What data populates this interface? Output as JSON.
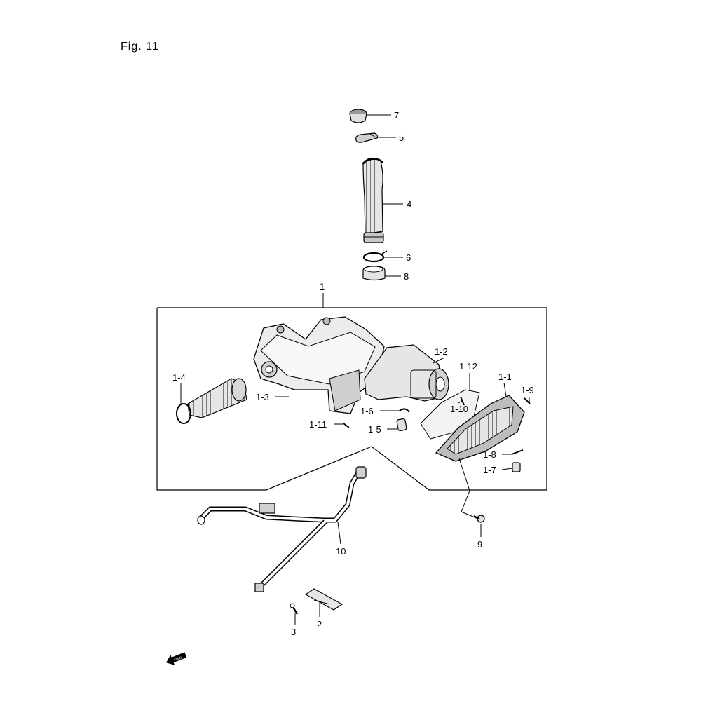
{
  "figure": {
    "title": "Fig. 11",
    "fwd_label": "FWD"
  },
  "callouts": [
    {
      "id": "c-7",
      "label": "7"
    },
    {
      "id": "c-5",
      "label": "5"
    },
    {
      "id": "c-4",
      "label": "4"
    },
    {
      "id": "c-6",
      "label": "6"
    },
    {
      "id": "c-8",
      "label": "8"
    },
    {
      "id": "c-1",
      "label": "1"
    },
    {
      "id": "c-1-2",
      "label": "1-2"
    },
    {
      "id": "c-1-12",
      "label": "1-12"
    },
    {
      "id": "c-1-1",
      "label": "1-1"
    },
    {
      "id": "c-1-9",
      "label": "1-9"
    },
    {
      "id": "c-1-4",
      "label": "1-4"
    },
    {
      "id": "c-1-3",
      "label": "1-3"
    },
    {
      "id": "c-1-10",
      "label": "1-10"
    },
    {
      "id": "c-1-6",
      "label": "1-6"
    },
    {
      "id": "c-1-11",
      "label": "1-11"
    },
    {
      "id": "c-1-5",
      "label": "1-5"
    },
    {
      "id": "c-1-8",
      "label": "1-8"
    },
    {
      "id": "c-1-7",
      "label": "1-7"
    },
    {
      "id": "c-9",
      "label": "9"
    },
    {
      "id": "c-10",
      "label": "10"
    },
    {
      "id": "c-3",
      "label": "3"
    },
    {
      "id": "c-2",
      "label": "2"
    }
  ],
  "colors": {
    "line": "#000000",
    "part_fill": "#d9d9d9",
    "part_dark": "#8c8c8c"
  }
}
